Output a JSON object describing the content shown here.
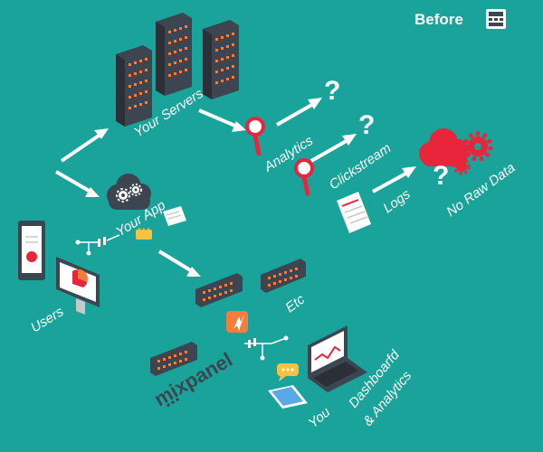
{
  "title": "Before",
  "labels": {
    "your_servers": "Your Servers",
    "analytics": "Analytics",
    "clickstream": "Clickstream",
    "logs": "Logs",
    "no_raw_data": "No Raw Data",
    "your_app": "Your App",
    "users": "Users",
    "etc": "Etc",
    "mixpanel": "mixpanel",
    "you": "You",
    "dashboard_line1": "Dashboarfd",
    "dashboard_line2": "& Analytics",
    "question_mark": "?"
  },
  "colors": {
    "background": "#1aa39a",
    "server_dark": "#3d4550",
    "server_light": "#f47c3c",
    "magnifier": "#e8253a",
    "cloud_red": "#e8253a",
    "cloud_gray": "#3d4550",
    "arrow": "#ffffff"
  }
}
